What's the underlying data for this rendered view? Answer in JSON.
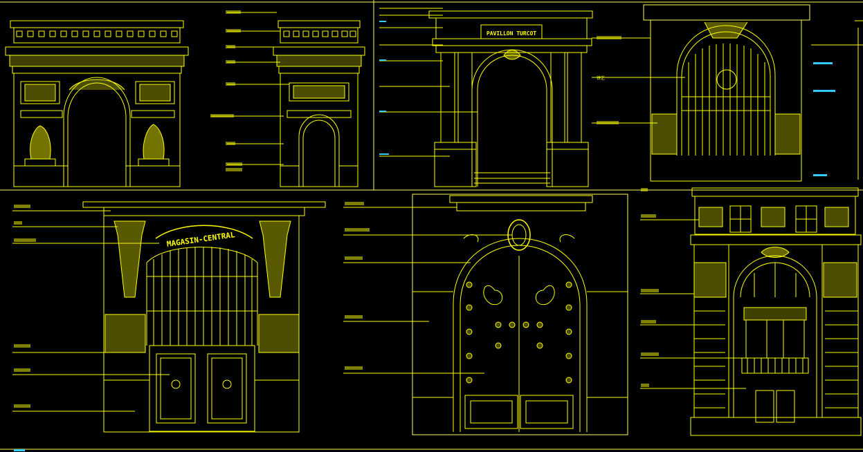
{
  "colors": {
    "background": "#000000",
    "line": "#ffff00",
    "frame": "#ffff55",
    "cyan_marker": "#33ccff"
  },
  "drawings": {
    "pavillon_turcot": {
      "sign_text": "PAVILLON TURCOT"
    },
    "decorative_door": {
      "side_label": "铁艺"
    },
    "magasin_central": {
      "sign_text": "MAGASIN-CENTRAL"
    }
  }
}
